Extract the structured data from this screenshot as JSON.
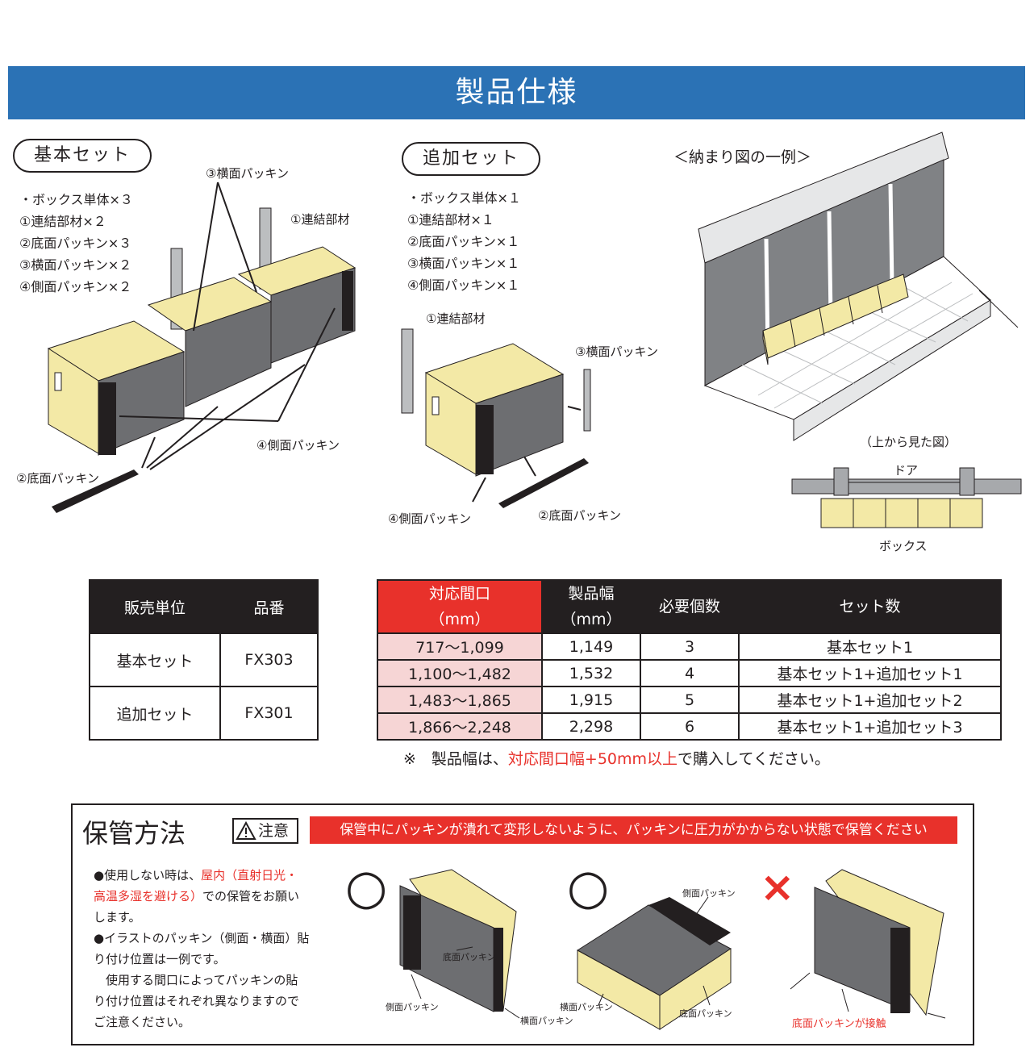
{
  "header": {
    "title": "製品仕様"
  },
  "basic_set": {
    "pill": "基本セット",
    "items": [
      "・ボックス単体×３",
      "①連結部材×２",
      "②底面パッキン×３",
      "③横面パッキン×２",
      "④側面パッキン×２"
    ],
    "labels": {
      "side_packing": "③横面パッキン",
      "connector": "①連結部材",
      "bottom_packing": "②底面パッキン",
      "lateral_packing": "④側面パッキン"
    }
  },
  "add_set": {
    "pill": "追加セット",
    "items": [
      "・ボックス単体×１",
      "①連結部材×１",
      "②底面パッキン×１",
      "③横面パッキン×１",
      "④側面パッキン×１"
    ],
    "labels": {
      "connector": "①連結部材",
      "side_packing": "③横面パッキン",
      "lateral_packing": "④側面パッキン",
      "bottom_packing": "②底面パッキン"
    }
  },
  "install": {
    "title": "＜納まり図の一例＞",
    "top_view": "（上から見た図）",
    "door": "ドア",
    "box": "ボックス"
  },
  "sales_table": {
    "headers": [
      "販売単位",
      "品番"
    ],
    "rows": [
      [
        "基本セット",
        "FX303"
      ],
      [
        "追加セット",
        "FX301"
      ]
    ]
  },
  "spec_table": {
    "headers": [
      "対応間口\n（mm）",
      "製品幅\n（mm）",
      "必要個数",
      "セット数"
    ],
    "header_lines": [
      [
        "対応間口",
        "（mm）"
      ],
      [
        "製品幅",
        "（mm）"
      ],
      [
        "必要個数"
      ],
      [
        "セット数"
      ]
    ],
    "rows": [
      [
        "717〜1,099",
        "1,149",
        "3",
        "基本セット1"
      ],
      [
        "1,100〜1,482",
        "1,532",
        "4",
        "基本セット1+追加セット1"
      ],
      [
        "1,483〜1,865",
        "1,915",
        "5",
        "基本セット1+追加セット2"
      ],
      [
        "1,866〜2,248",
        "2,298",
        "6",
        "基本セット1+追加セット3"
      ]
    ]
  },
  "note": {
    "prefix": "※　製品幅は、",
    "highlight": "対応間口幅+50mm以上",
    "suffix": "で購入してください。"
  },
  "storage": {
    "title": "保管方法",
    "caution": "注意",
    "warning": "保管中にパッキンが潰れて変形しないように、パッキンに圧力がかからない状態で保管ください",
    "p1_a": "●使用しない時は、",
    "p1_red": "屋内（直射日光・高温多湿を避ける）",
    "p1_b": "での保管をお願いします。",
    "p2": "●イラストのパッキン（側面・横面）貼り付け位置は一例です。",
    "p3": "　使用する間口によってパッキンの貼り付け位置はそれぞれ異なりますのでご注意ください。",
    "fig1": {
      "mark": "○",
      "bottom": "底面パッキン",
      "side": "側面パッキン",
      "lateral": "横面パッキン"
    },
    "fig2": {
      "mark": "○",
      "side": "側面パッキン",
      "lateral": "横面パッキン",
      "bottom": "底面パッキン"
    },
    "fig3": {
      "mark": "×",
      "caption": "底面パッキンが接触"
    }
  },
  "colors": {
    "banner": "#2b72b5",
    "accent_red": "#e8312b",
    "box_yellow": "#f3e9a6",
    "pink": "#f6d5d5",
    "panel_gray": "#6d6e71"
  }
}
